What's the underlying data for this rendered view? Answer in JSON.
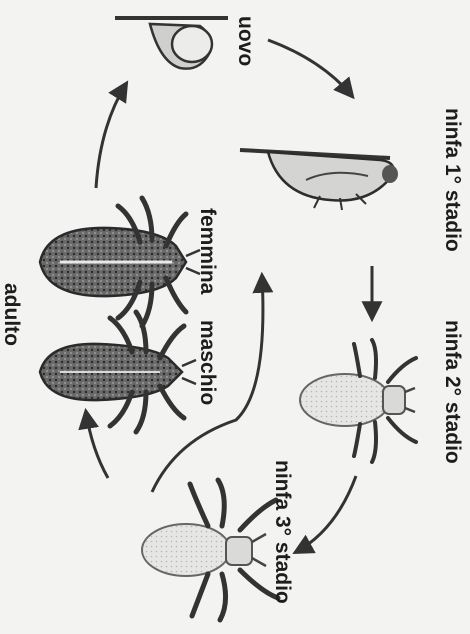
{
  "labels": {
    "uovo": "uovo",
    "ninfa1": "ninfa 1° stadio",
    "ninfa2": "ninfa 2° stadio",
    "ninfa3": "ninfa 3° stadio",
    "femmina": "femmina",
    "maschio": "maschio",
    "adulto": "adulto"
  },
  "colors": {
    "ink": "#1d1d1d",
    "background": "#f3f3f1"
  }
}
